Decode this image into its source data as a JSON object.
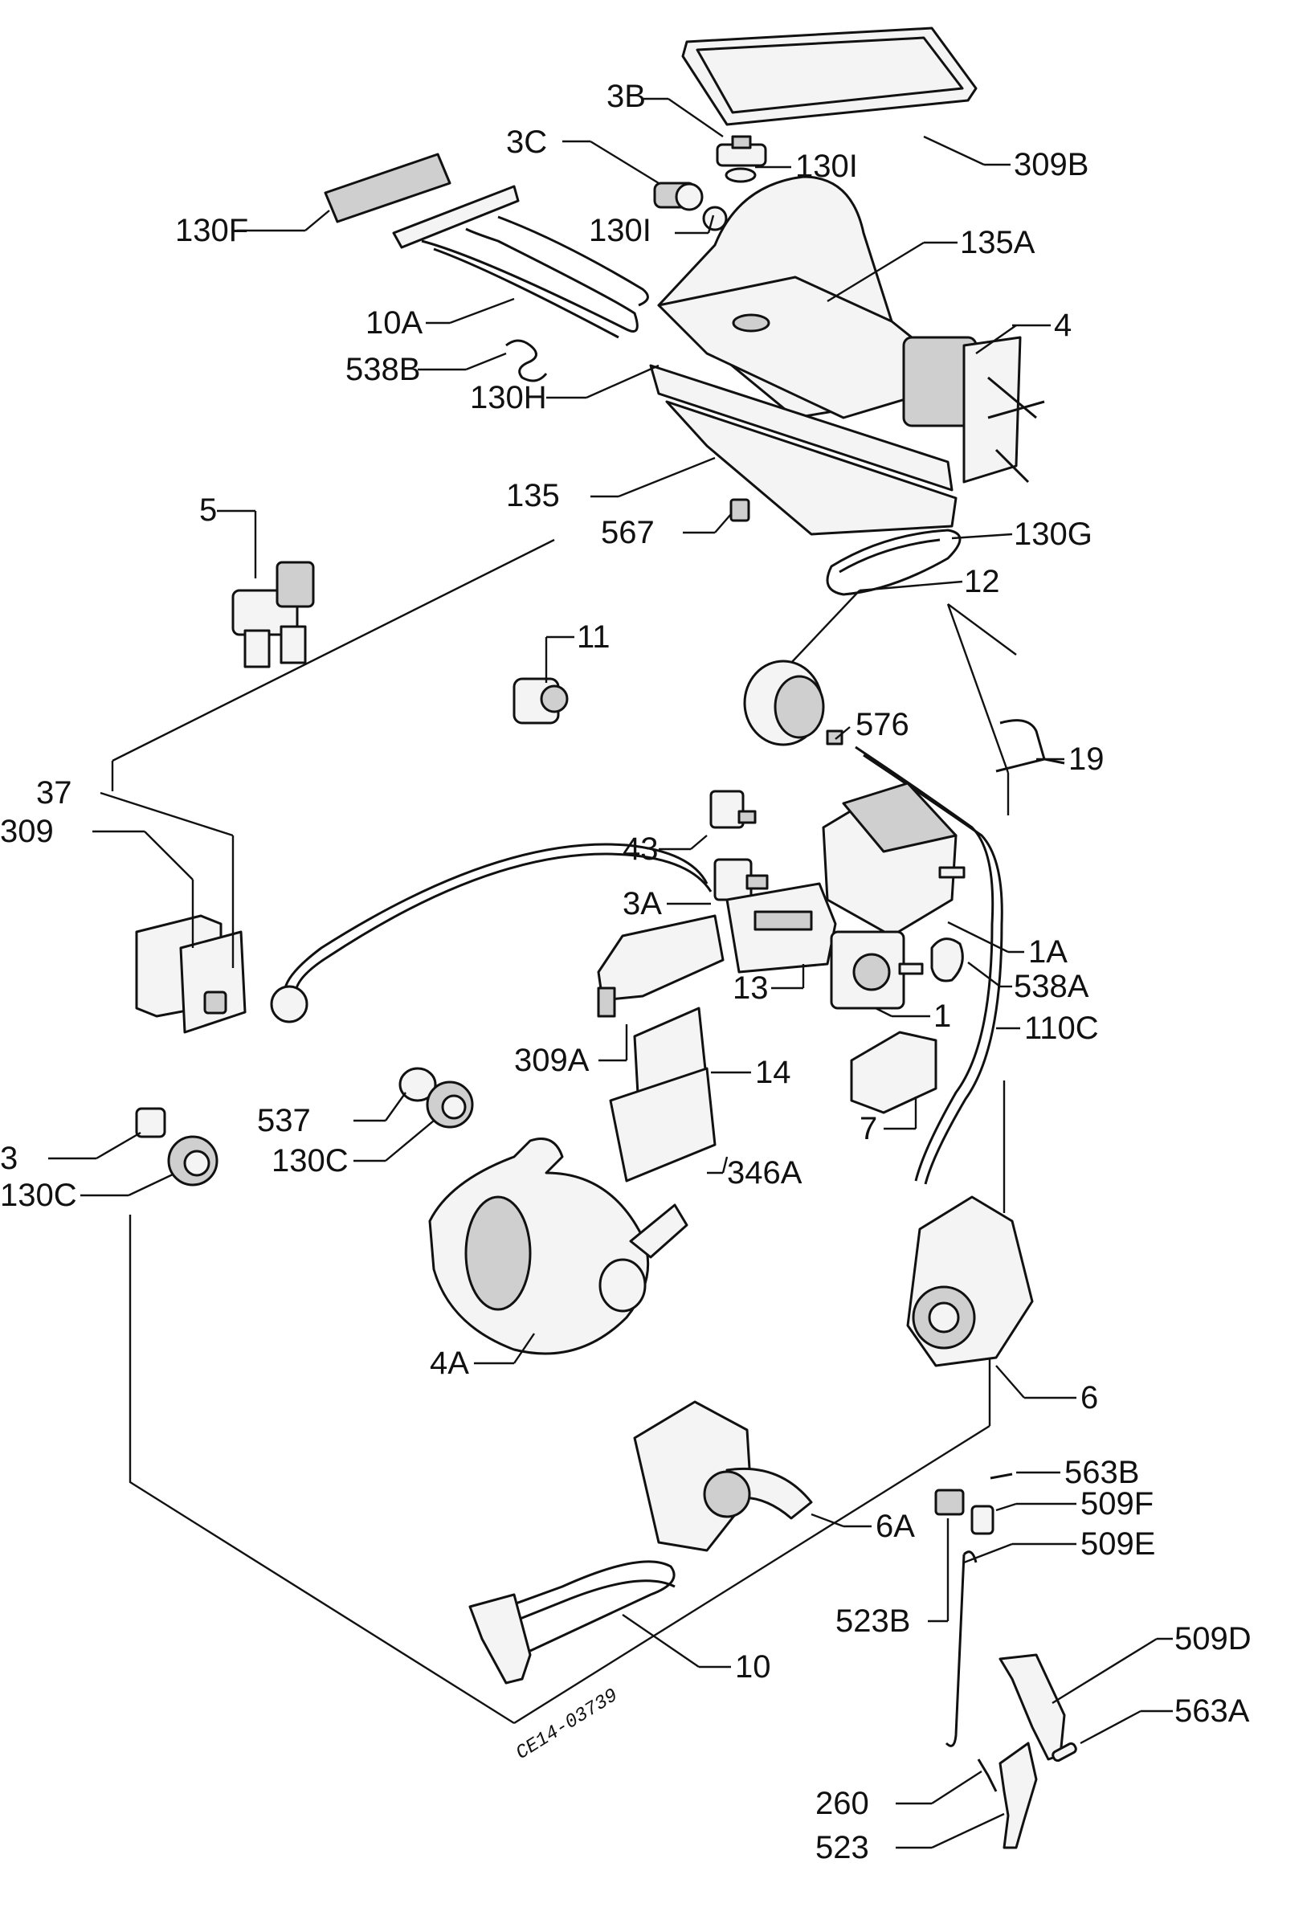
{
  "diagram": {
    "drawing_code": "CE14-03739",
    "labels": [
      {
        "id": "3b",
        "text": "3B"
      },
      {
        "id": "3c",
        "text": "3C"
      },
      {
        "id": "130i_a",
        "text": "130I"
      },
      {
        "id": "130i_b",
        "text": "130I"
      },
      {
        "id": "309b",
        "text": "309B"
      },
      {
        "id": "130f",
        "text": "130F"
      },
      {
        "id": "135a",
        "text": "135A"
      },
      {
        "id": "10a",
        "text": "10A"
      },
      {
        "id": "4",
        "text": "4"
      },
      {
        "id": "538b",
        "text": "538B"
      },
      {
        "id": "130h",
        "text": "130H"
      },
      {
        "id": "135",
        "text": "135"
      },
      {
        "id": "5",
        "text": "5"
      },
      {
        "id": "567",
        "text": "567"
      },
      {
        "id": "130g",
        "text": "130G"
      },
      {
        "id": "12",
        "text": "12"
      },
      {
        "id": "11",
        "text": "11"
      },
      {
        "id": "576",
        "text": "576"
      },
      {
        "id": "19",
        "text": "19"
      },
      {
        "id": "37",
        "text": "37"
      },
      {
        "id": "309",
        "text": "309"
      },
      {
        "id": "43",
        "text": "43"
      },
      {
        "id": "3a",
        "text": "3A"
      },
      {
        "id": "1a",
        "text": "1A"
      },
      {
        "id": "538a",
        "text": "538A"
      },
      {
        "id": "13",
        "text": "13"
      },
      {
        "id": "1",
        "text": "1"
      },
      {
        "id": "110c",
        "text": "110C"
      },
      {
        "id": "309a",
        "text": "309A"
      },
      {
        "id": "14",
        "text": "14"
      },
      {
        "id": "7",
        "text": "7"
      },
      {
        "id": "537",
        "text": "537"
      },
      {
        "id": "130c_a",
        "text": "130C"
      },
      {
        "id": "3",
        "text": "3"
      },
      {
        "id": "130c_b",
        "text": "130C"
      },
      {
        "id": "346a",
        "text": "346A"
      },
      {
        "id": "4a",
        "text": "4A"
      },
      {
        "id": "6",
        "text": "6"
      },
      {
        "id": "563b",
        "text": "563B"
      },
      {
        "id": "509f",
        "text": "509F"
      },
      {
        "id": "509e",
        "text": "509E"
      },
      {
        "id": "6a",
        "text": "6A"
      },
      {
        "id": "523b",
        "text": "523B"
      },
      {
        "id": "509d",
        "text": "509D"
      },
      {
        "id": "10",
        "text": "10"
      },
      {
        "id": "563a",
        "text": "563A"
      },
      {
        "id": "260",
        "text": "260"
      },
      {
        "id": "523",
        "text": "523"
      }
    ]
  }
}
